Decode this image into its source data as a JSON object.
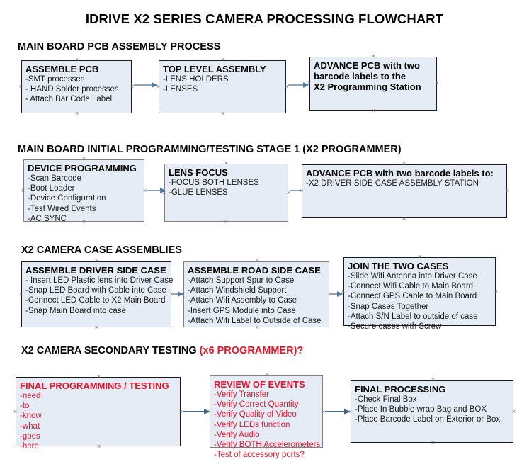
{
  "title": "IDRIVE X2  SERIES CAMERA PROCESSING FLOWCHART",
  "colors": {
    "node_fill": "#e6ecf5",
    "node_border_dark": "#1a1a1a",
    "node_border_grey": "#808080",
    "accent_red": "#e8122a",
    "arrow": "#8ba3bd",
    "text": "#000000"
  },
  "sections": [
    {
      "heading": "MAIN BOARD PCB ASSEMBLY PROCESS",
      "heading_accent": "",
      "nodes": [
        {
          "title": "ASSEMBLE PCB",
          "lines": [
            "-SMT processes",
            "- HAND Solder processes",
            "- Attach Bar Code Label"
          ]
        },
        {
          "title": "TOP LEVEL ASSEMBLY",
          "lines": [
            "-LENS HOLDERS",
            "-LENSES"
          ]
        },
        {
          "title": "ADVANCE PCB with two",
          "lines": [
            "barcode labels to the",
            " X2 Programming Station"
          ]
        }
      ]
    },
    {
      "heading": "MAIN BOARD INITIAL PROGRAMMING/TESTING STAGE 1 (X2 PROGRAMMER)",
      "heading_accent": "",
      "nodes": [
        {
          "title": "DEVICE PROGRAMMING",
          "lines": [
            "-Scan Barcode",
            "-Boot Loader",
            "-Device Configuration",
            "-Test Wired Events",
            "-AC SYNC"
          ]
        },
        {
          "title": "LENS FOCUS",
          "lines": [
            "-FOCUS BOTH LENSES",
            "-GLUE LENSES"
          ]
        },
        {
          "title": "ADVANCE PCB with two barcode labels to:",
          "lines": [
            "-X2 DRIVER  SIDE  CASE  ASSEMBLY STATION"
          ]
        }
      ]
    },
    {
      "heading": "X2 CAMERA CASE ASSEMBLIES",
      "heading_accent": "",
      "nodes": [
        {
          "title": "ASSEMBLE DRIVER SIDE CASE",
          "lines": [
            "- Insert LED Plastic lens into Driver Case",
            "-Snap LED Board with Cable into Case",
            "-Connect LED Cable to X2 Main Board",
            "-Snap Main Board into case"
          ]
        },
        {
          "title": "ASSEMBLE ROAD SIDE CASE",
          "lines": [
            "-Attach Support Spur to Case",
            "-Attach Windshield Support",
            "-Attach Wifi Assembly to Case",
            "-Insert GPS Module into Case",
            "-Attach Wifi Label to Outside of Case"
          ]
        },
        {
          "title": "JOIN THE TWO CASES",
          "lines": [
            "-Slide Wifi Antenna into Driver Case",
            "-Connect Wifi Cable to Main Board",
            "-Connect GPS Cable to Main Board",
            "-Snap Cases Together",
            "-Attach S/N Label to outside of case",
            "-Secure cases with Screw"
          ]
        }
      ]
    },
    {
      "heading": "X2 CAMERA SECONDARY TESTING ",
      "heading_accent": "(x6 PROGRAMMER)?",
      "nodes": [
        {
          "title": "FINAL PROGRAMMING / TESTING",
          "lines": [
            "-need",
            "-to",
            "-know",
            "-what",
            "-goes",
            "-here"
          ]
        },
        {
          "title": "REVIEW OF EVENTS",
          "lines": [
            "-Verify Transfer",
            "-Verify Correct Quantity",
            "-Verify Quality of Video",
            "-Verify LEDs function",
            "-Verify Audio",
            "-Verify BOTH Accelerometers"
          ],
          "overflow_line": "-Test of accessory ports?"
        },
        {
          "title": "FINAL PROCESSING",
          "lines": [
            " -Check Final Box",
            "-Place In Bubble wrap Bag and BOX",
            "-Place Barcode Label on Exterior or Box"
          ]
        }
      ]
    }
  ]
}
